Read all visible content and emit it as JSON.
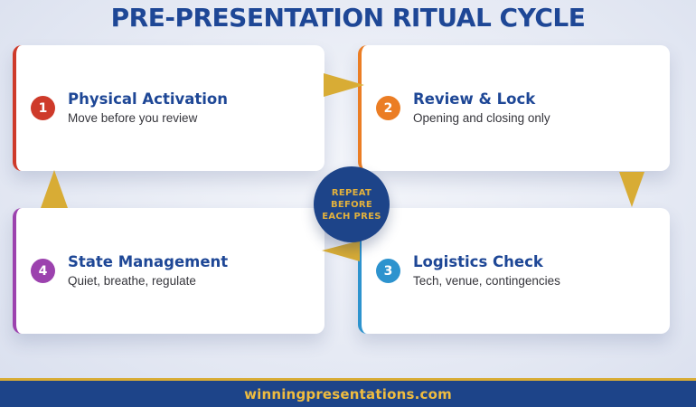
{
  "title": "PRE-PRESENTATION RITUAL CYCLE",
  "cards": [
    {
      "number": "1",
      "title": "Physical Activation",
      "subtitle": "Move before you review",
      "color": "#CE3A2A"
    },
    {
      "number": "2",
      "title": "Review & Lock",
      "subtitle": "Opening and closing only",
      "color": "#EB7D24"
    },
    {
      "number": "3",
      "title": "Logistics Check",
      "subtitle": "Tech, venue, contingencies",
      "color": "#2D93CE"
    },
    {
      "number": "4",
      "title": "State Management",
      "subtitle": "Quiet, breathe, regulate",
      "color": "#9C42AE"
    }
  ],
  "center_badge": {
    "lines": [
      "REPEAT",
      "BEFORE",
      "EACH PRES"
    ],
    "bg": "#1D4489",
    "text_color": "#E2B13D"
  },
  "footer": {
    "url": "winningpresentations.com",
    "bg": "#1D4489",
    "accent": "#D8AC35",
    "text_color": "#EFBC3F"
  },
  "colors": {
    "title": "#1E4796",
    "arrow": "#D8AC35"
  }
}
